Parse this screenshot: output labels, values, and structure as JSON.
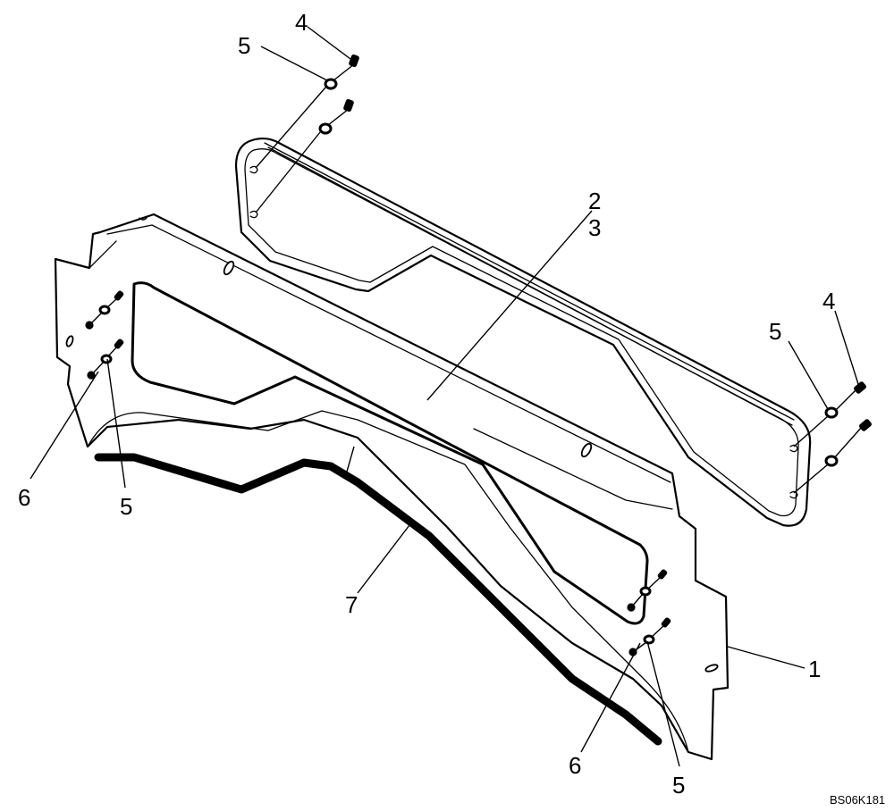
{
  "diagram": {
    "drawing_code": "BS06K181",
    "callouts": [
      {
        "id": "c1",
        "text": "1"
      },
      {
        "id": "c2",
        "text": "2"
      },
      {
        "id": "c3",
        "text": "3"
      },
      {
        "id": "c4a",
        "text": "4"
      },
      {
        "id": "c4b",
        "text": "4"
      },
      {
        "id": "c5a",
        "text": "5"
      },
      {
        "id": "c5b",
        "text": "5"
      },
      {
        "id": "c5c",
        "text": "5"
      },
      {
        "id": "c5d",
        "text": "5"
      },
      {
        "id": "c6a",
        "text": "6"
      },
      {
        "id": "c6b",
        "text": "6"
      },
      {
        "id": "c7",
        "text": "7"
      }
    ]
  }
}
